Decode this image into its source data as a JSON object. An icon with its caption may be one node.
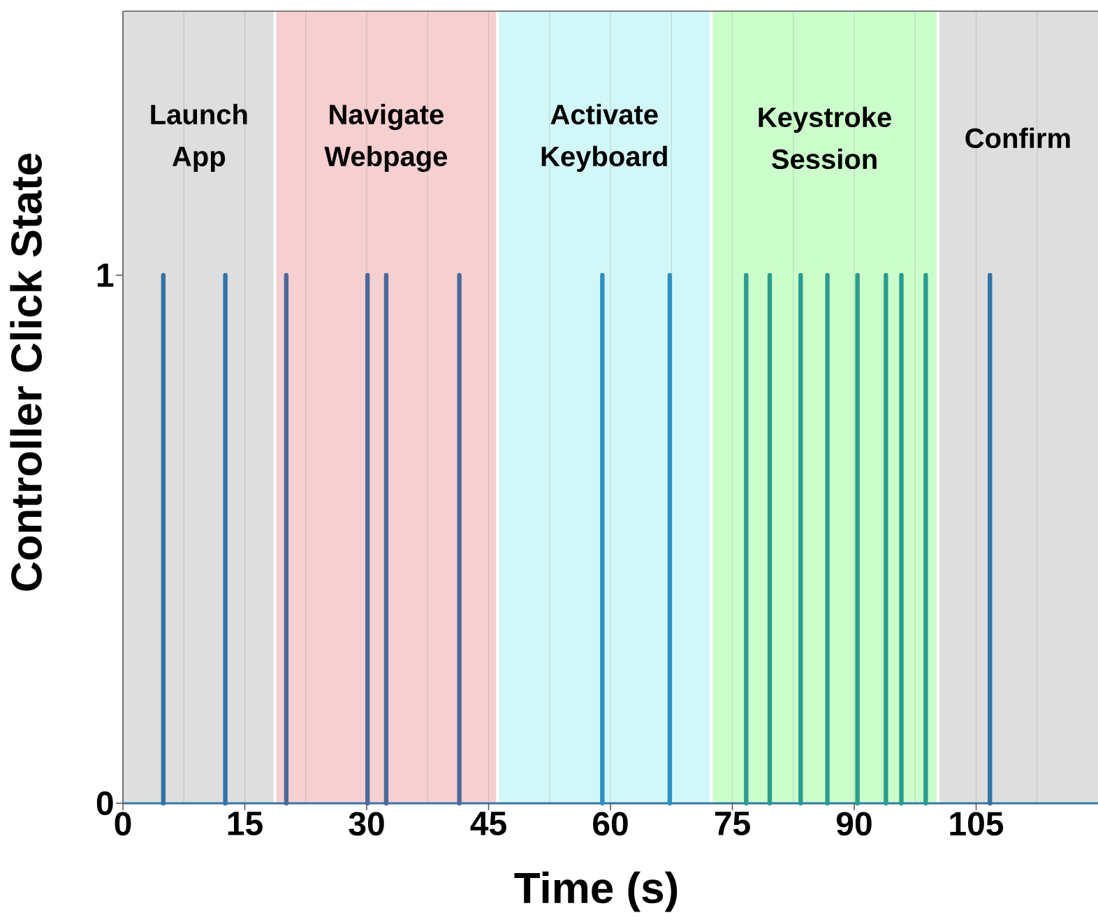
{
  "diagram": {
    "chart_data": {
      "type": "bar",
      "xlabel": "Time (s)",
      "ylabel": "Controller Click State",
      "x": [
        4.97,
        12.6,
        20.1,
        30.1,
        32.4,
        41.4,
        59.0,
        67.3,
        76.7,
        79.6,
        83.4,
        86.7,
        90.4,
        93.9,
        95.8,
        98.8,
        106.7
      ],
      "series": [
        {
          "color": "#3373a6",
          "values": [
            1,
            1,
            null,
            null,
            null,
            null,
            null,
            null,
            null,
            null,
            null,
            null,
            null,
            null,
            null,
            null,
            1
          ]
        },
        {
          "color": "#4b6a9a",
          "values": [
            null,
            null,
            1,
            1,
            1,
            1,
            null,
            null,
            null,
            null,
            null,
            null,
            null,
            null,
            null,
            null,
            null
          ]
        },
        {
          "color": "#2e90c0",
          "values": [
            null,
            null,
            null,
            null,
            null,
            null,
            1,
            1,
            null,
            null,
            null,
            null,
            null,
            null,
            null,
            null,
            null
          ]
        },
        {
          "color": "#2a9d8f",
          "values": [
            null,
            null,
            null,
            null,
            null,
            null,
            null,
            null,
            1,
            1,
            1,
            1,
            1,
            1,
            1,
            1,
            null
          ]
        }
      ],
      "xlim": [
        0,
        120
      ],
      "ylim": [
        0,
        1.5
      ],
      "xticks": [
        0,
        15,
        30,
        45,
        60,
        75,
        90,
        105
      ],
      "yticks": [
        0,
        1
      ],
      "grid": true,
      "bands": [
        {
          "label": "Launch App",
          "axis": "x",
          "from": 0,
          "to": 18.7,
          "color": "#dedede"
        },
        {
          "label": "Navigate Webpage",
          "axis": "x",
          "from": 18.7,
          "to": 46.1,
          "color": "#f6cfd1"
        },
        {
          "label": "Activate Keyboard",
          "axis": "x",
          "from": 46.1,
          "to": 72.4,
          "color": "#d2f7f8"
        },
        {
          "label": "Keystroke Session",
          "axis": "x",
          "from": 72.4,
          "to": 100.3,
          "color": "#ccfecc"
        },
        {
          "label": "Confirm",
          "axis": "x",
          "from": 100.3,
          "to": 120,
          "color": "#dedede"
        }
      ]
    }
  }
}
